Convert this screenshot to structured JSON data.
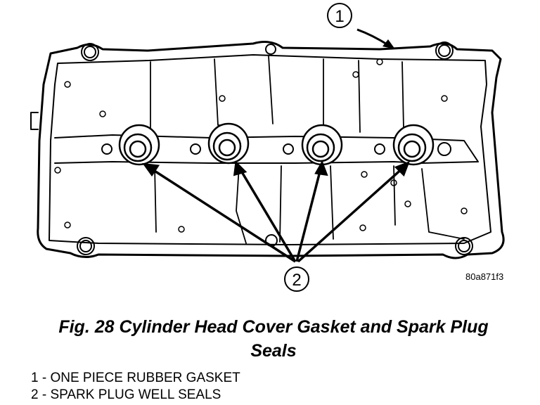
{
  "figure": {
    "callout_1": "1",
    "callout_2": "2",
    "reference_code": "80a871f3"
  },
  "caption": {
    "line1": "Fig. 28 Cylinder Head Cover Gasket and Spark Plug",
    "line2": "Seals"
  },
  "legend": [
    "1 - ONE PIECE RUBBER GASKET",
    "2 - SPARK PLUG WELL SEALS"
  ]
}
